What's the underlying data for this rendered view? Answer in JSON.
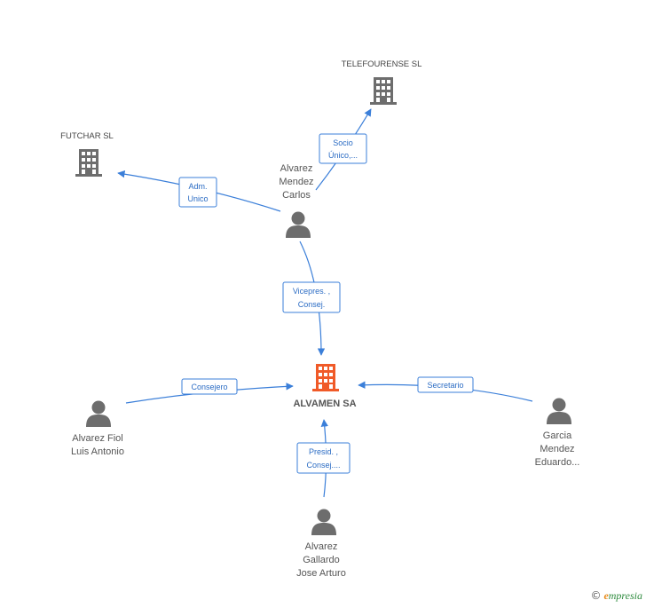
{
  "colors": {
    "edge": "#3b7fd9",
    "company": "#6d6d6d",
    "main_company": "#f05a28",
    "person": "#6d6d6d"
  },
  "nodes": {
    "telefourense": {
      "label": "TELEFOURENSE SL",
      "type": "company",
      "icon": "building-icon"
    },
    "futchar": {
      "label": "FUTCHAR  SL",
      "type": "company",
      "icon": "building-icon"
    },
    "alvarez_mendez_carlos": {
      "label_lines": [
        "Alvarez",
        "Mendez",
        "Carlos"
      ],
      "type": "person",
      "icon": "person-icon"
    },
    "alvamen": {
      "label": "ALVAMEN SA",
      "type": "main-company",
      "icon": "building-icon"
    },
    "alvarez_fiol": {
      "label_lines": [
        "Alvarez Fiol",
        "Luis Antonio"
      ],
      "type": "person",
      "icon": "person-icon"
    },
    "garcia_mendez": {
      "label_lines": [
        "Garcia",
        "Mendez",
        "Eduardo..."
      ],
      "type": "person",
      "icon": "person-icon"
    },
    "alvarez_gallardo": {
      "label_lines": [
        "Alvarez",
        "Gallardo",
        "Jose Arturo"
      ],
      "type": "person",
      "icon": "person-icon"
    }
  },
  "edges": [
    {
      "from": "alvarez_mendez_carlos",
      "to": "telefourense",
      "label_lines": [
        "Socio",
        "Único,..."
      ]
    },
    {
      "from": "alvarez_mendez_carlos",
      "to": "futchar",
      "label_lines": [
        "Adm.",
        "Unico"
      ]
    },
    {
      "from": "alvarez_mendez_carlos",
      "to": "alvamen",
      "label_lines": [
        "Vicepres. ,",
        "Consej."
      ]
    },
    {
      "from": "alvarez_fiol",
      "to": "alvamen",
      "label_lines": [
        "Consejero"
      ]
    },
    {
      "from": "garcia_mendez",
      "to": "alvamen",
      "label_lines": [
        "Secretario"
      ]
    },
    {
      "from": "alvarez_gallardo",
      "to": "alvamen",
      "label_lines": [
        "Presid. ,",
        "Consej...."
      ]
    }
  ],
  "brand": {
    "copyright": "©",
    "first_letter": "e",
    "rest": "mpresia"
  }
}
